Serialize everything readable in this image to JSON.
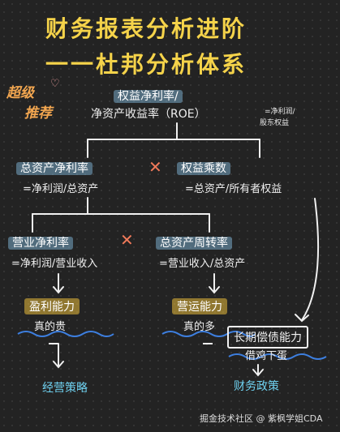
{
  "header": {
    "title_line1": "财务报表分析进阶",
    "title_line2": "一一杜邦分析体系",
    "recommend_line1": "超级",
    "recommend_line2": "推荐"
  },
  "nodes": {
    "roe": {
      "line1": "权益净利率/",
      "line2": "净资产收益率（ROE）"
    },
    "roe_note": {
      "line1": "=净利润/",
      "line2": "股东权益"
    },
    "roa": {
      "line1": "总资产净利率",
      "line2": "=净利润/总资产"
    },
    "equity_multiplier": {
      "line1": "权益乘数",
      "line2": "=总资产/所有者权益"
    },
    "net_margin": {
      "line1": "营业净利率",
      "line2": "=净利润/营业收入"
    },
    "asset_turnover": {
      "line1": "总资产周转率",
      "line2": "=营业收入/总资产"
    },
    "profitability": {
      "label": "盈利能力",
      "note": "真的贵"
    },
    "operating": {
      "label": "营运能力",
      "note": "真的多"
    },
    "solvency": {
      "label": "长期偿债能力",
      "note": "借鸡下蛋"
    },
    "strategy": {
      "label": "经营策略"
    },
    "finance_policy": {
      "label": "财务政策"
    }
  },
  "operators": {
    "multiply": "✕"
  },
  "watermark": "掘金技术社区 @ 紫枫学姐CDA"
}
